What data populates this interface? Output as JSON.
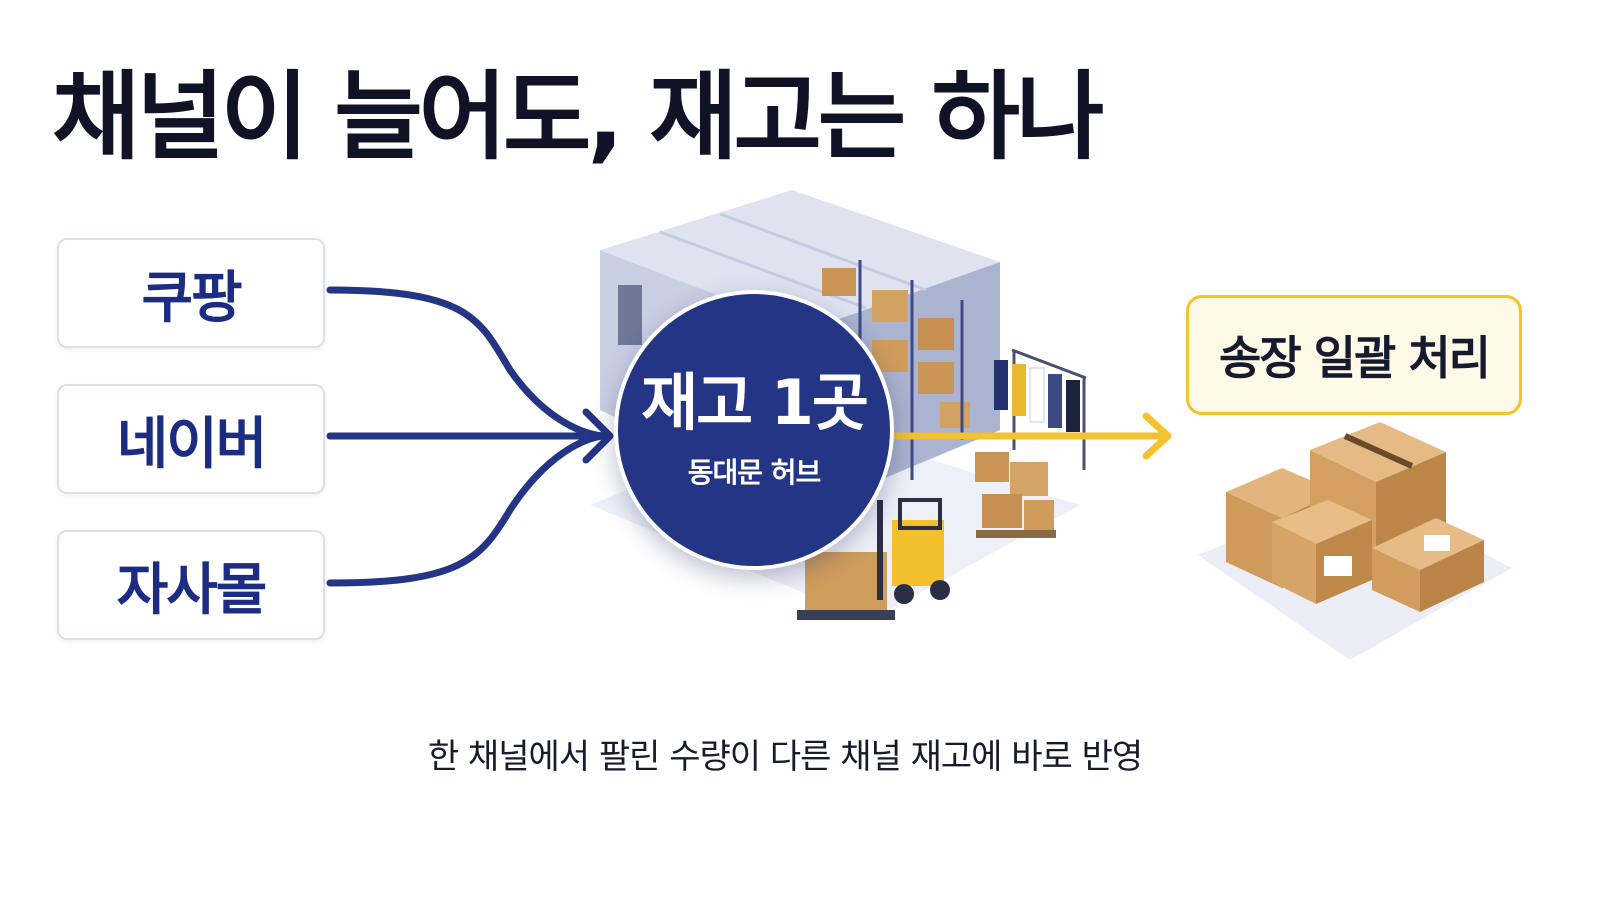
{
  "headline": "채널이 늘어도, 재고는 하나",
  "channels": [
    "쿠팡",
    "네이버",
    "자사몰"
  ],
  "hub": {
    "title": "재고 1곳",
    "subtitle": "동대문 허브"
  },
  "output_label": "송장 일괄 처리",
  "caption": "한 채널에서 팔린 수량이 다른 채널 재고에 바로 반영",
  "colors": {
    "primary_navy": "#233584",
    "channel_text": "#1c2c82",
    "accent_yellow": "#f4c22c",
    "invoice_fill": "#fff9e8",
    "heading_text": "#0f1325"
  },
  "icons": [
    "warehouse-illustration",
    "package-stack-illustration",
    "forklift-icon",
    "clothing-rack-icon"
  ]
}
